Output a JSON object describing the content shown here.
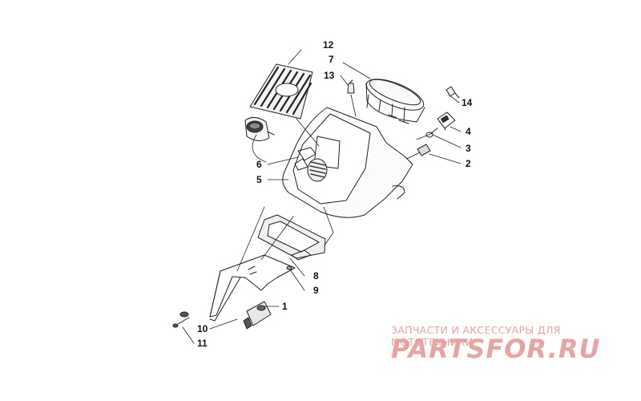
{
  "diagram": {
    "callouts": [
      {
        "id": "c12",
        "label": "12"
      },
      {
        "id": "c7",
        "label": "7"
      },
      {
        "id": "c13",
        "label": "13"
      },
      {
        "id": "c14",
        "label": "14"
      },
      {
        "id": "c4",
        "label": "4"
      },
      {
        "id": "c3",
        "label": "3"
      },
      {
        "id": "c2",
        "label": "2"
      },
      {
        "id": "c6",
        "label": "6"
      },
      {
        "id": "c5",
        "label": "5"
      },
      {
        "id": "c8",
        "label": "8"
      },
      {
        "id": "c9",
        "label": "9"
      },
      {
        "id": "c1",
        "label": "1"
      },
      {
        "id": "c10",
        "label": "10"
      },
      {
        "id": "c11",
        "label": "11"
      }
    ]
  },
  "watermark": {
    "subtitle": "ЗАПЧАСТИ И АКСЕССУАРЫ ДЛЯ МОТОТЕХНИКИ",
    "brand": "PARTSFOR.RU",
    "color": "#e8a3a3"
  }
}
